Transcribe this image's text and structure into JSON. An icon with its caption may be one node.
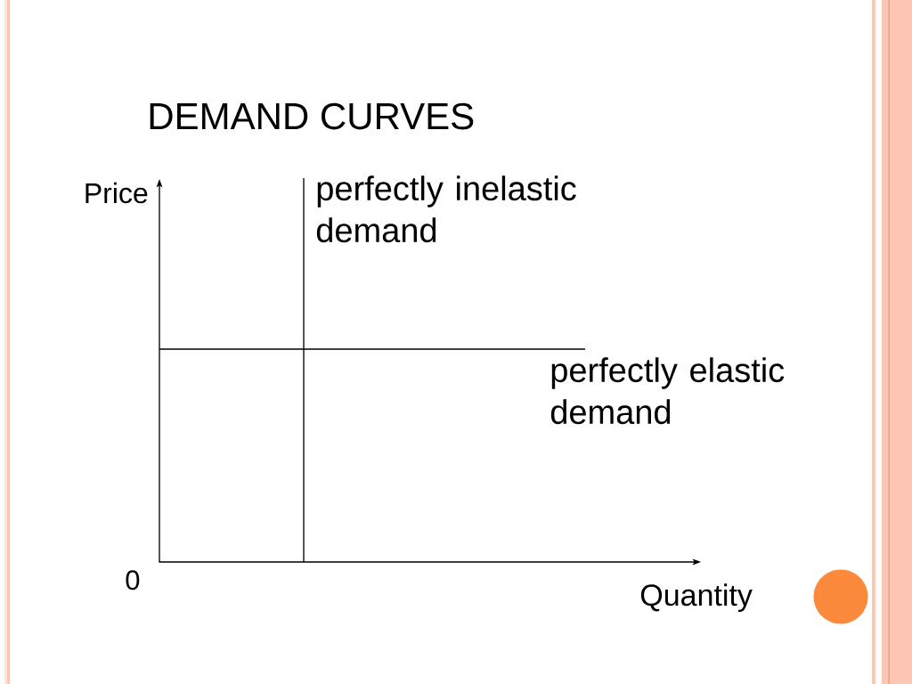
{
  "diagram": {
    "title": "DEMAND CURVES",
    "labels": [
      "Price",
      "perfectly inelastic demand",
      "perfectly elastic demand",
      "0",
      "Quantity"
    ]
  }
}
